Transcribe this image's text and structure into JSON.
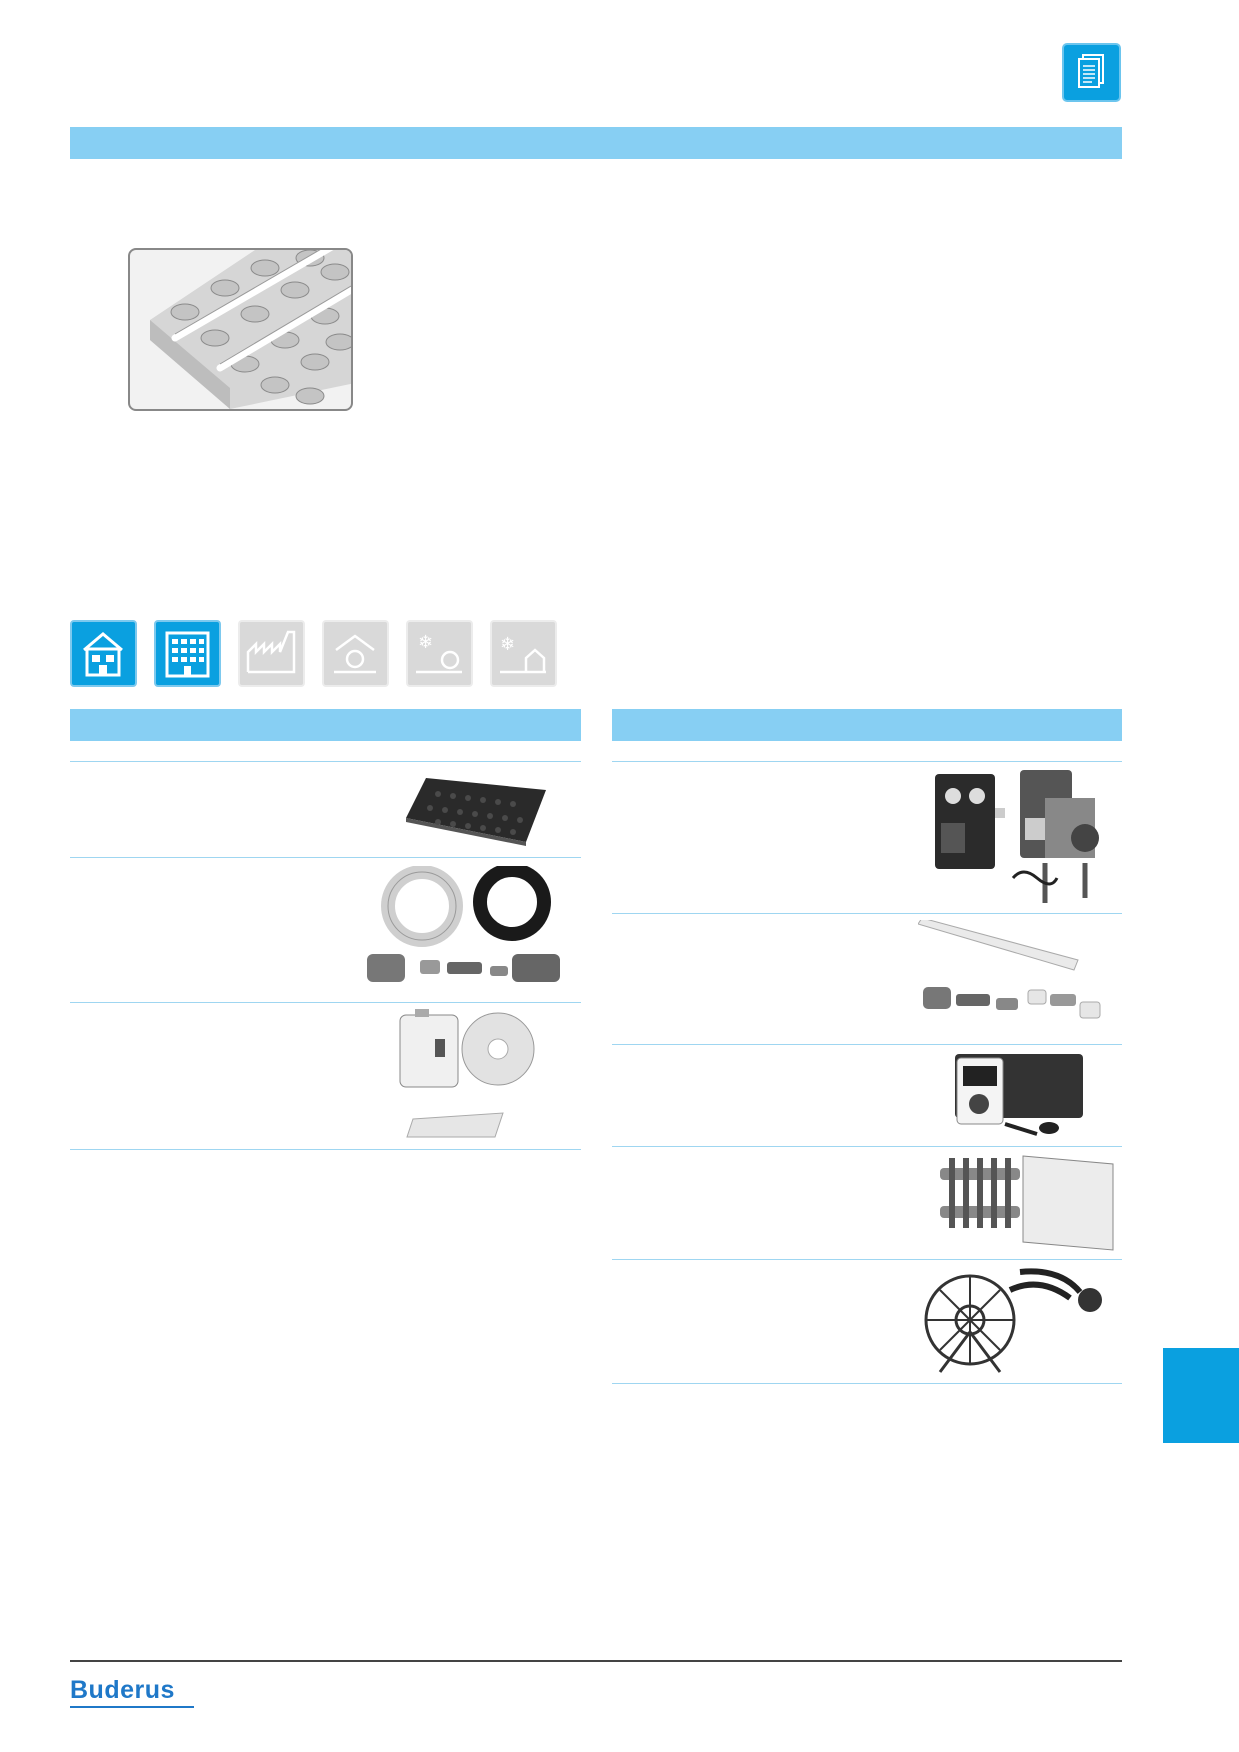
{
  "brand": {
    "logo_text": "Buderus",
    "color": "#1f78c8"
  },
  "colors": {
    "accent": "#0aa0e0",
    "band": "#87cff3",
    "inactive_icon": "#d9d9d9"
  },
  "header": {
    "document_icon": "document-stack-icon"
  },
  "cover": {
    "illustration": "studded-floor-panel-with-pipes"
  },
  "application_icons": [
    {
      "name": "single-family-house-icon",
      "active": true
    },
    {
      "name": "apartment-building-icon",
      "active": true
    },
    {
      "name": "industrial-building-icon",
      "active": false
    },
    {
      "name": "sports-hall-icon",
      "active": false
    },
    {
      "name": "outdoor-sports-field-heating-icon",
      "active": false
    },
    {
      "name": "ice-free-surface-icon",
      "active": false
    }
  ],
  "left_column": {
    "items": [
      {
        "image": "studded-panel-image"
      },
      {
        "image": "pipe-coils-and-fittings-image"
      },
      {
        "image": "canister-edge-strip-and-film-image"
      }
    ]
  },
  "right_column": {
    "items": [
      {
        "image": "pump-group-modules-image"
      },
      {
        "image": "pipe-and-connectors-image"
      },
      {
        "image": "room-controller-image"
      },
      {
        "image": "manifold-and-cabinet-image"
      },
      {
        "image": "pipe-reel-and-cutter-image"
      }
    ]
  }
}
